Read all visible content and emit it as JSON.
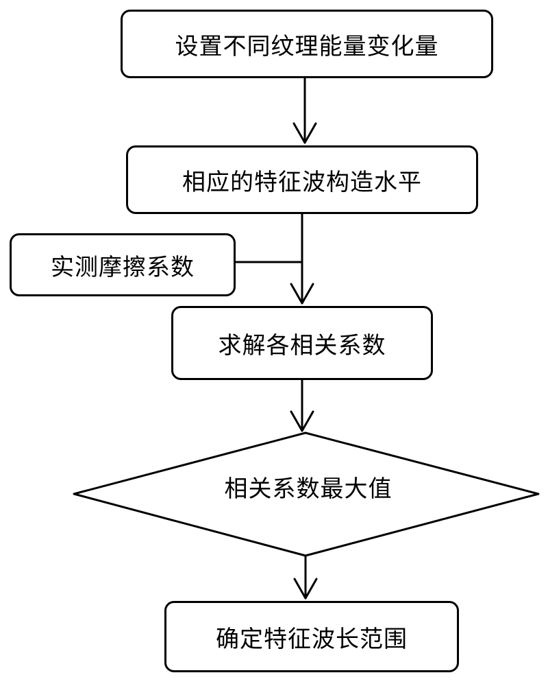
{
  "flow": {
    "step1": "设置不同纹理能量变化量",
    "step2": "相应的特征波构造水平",
    "side_input": "实测摩擦系数",
    "step3": "求解各相关系数",
    "decision": "相关系数最大值",
    "step4": "确定特征波长范围"
  },
  "colors": {
    "stroke": "#000000",
    "background": "#ffffff"
  }
}
